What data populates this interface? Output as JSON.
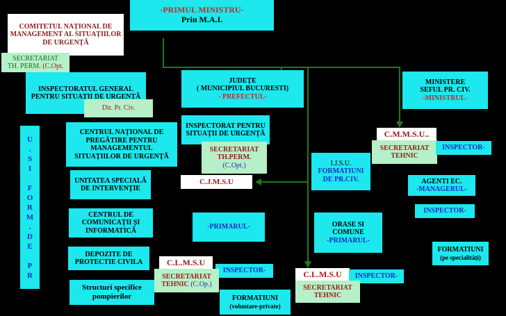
{
  "nodes": {
    "pm_title": "-PRIMUL MINISTRU-",
    "pm_sub": "Prin M.A.I.",
    "cnmsu": "COMITETUL NAȚIONAL DE MANAGEMENT AL SITUAȚIILOR DE URGENȚĂ",
    "secr_perm_1": "SECRETARIAT",
    "secr_perm_2": "TH. PERM.",
    "secr_perm_3": "(C.Opt.",
    "igsu": "INSPECTORATUL GENERAL PENTRU SITUAȚII DE URGENȚĂ",
    "dir_pr_civ": "Dir. Pr. Civ.",
    "judete_1": "JUDEȚE",
    "judete_2": "( MUNICIPIUL BUCURESTI)",
    "judete_3": "- PREFECTUL-",
    "ministere_1": "MINISTERE",
    "ministere_2": "SEFUL PR. CIV.",
    "ministere_3": "-MINISTRUL-",
    "centrul_national": "CENTRUL NAȚIONAL DE PREGĂTIRE PENTRU MANAGEMENTUL SITUAȚIILOR DE URGENȚĂ",
    "insp_situatii": "INSPECTORAT PENTRU SITUAȚII DE URGENȚĂ",
    "secr_th_perm_1": "SECRETARIAT",
    "secr_th_perm_2": "TH.PERM.",
    "secr_th_perm_3": "(C.Opt.)",
    "cmmsu": "C.M.M.S.U..",
    "secr_tehnic_1": "SECRETARIAT TEHNIC",
    "inspector_1": "INSPECTOR-",
    "ijsu_1": "I.J.S.U.",
    "ijsu_2": "FORMATIUNI DE PR.CIV.",
    "unitatea": "UNITATEA SPECIALĂ DE INTERVENȚIE",
    "cjmsu": "C.J.M.S.U",
    "agenti_1": "AGENTI EC.",
    "agenti_2": "-MANAGERUL-",
    "centrul_com": "CENTRUL DE COMUNICAȚII ȘI INFORMATICĂ",
    "primarul_1": "-PRIMARUL-",
    "orase_1": "ORASE SI COMUNE",
    "orase_2": "-PRIMARUL-",
    "inspector_2": "INSPECTOR-",
    "depozite": "DEPOZITE DE PROTECTIE CIVILA",
    "clmsu_1": "C.L.M.S.U",
    "inspector_3": "INSPECTOR-",
    "formatiuni_spec_1": "FORMATIUNI",
    "formatiuni_spec_2": "(pe specialități)",
    "secr_tehnic_2_1": "SECRETARIAT",
    "secr_tehnic_2_2": "TEHNIC",
    "secr_tehnic_2_3": "(C.Op.)",
    "clmsu_2": "C.L.M.S.U",
    "inspector_4": "INSPECTOR-",
    "structuri": "Structuri specifice pompierilor",
    "formatiuni_vol_1": "FORMATIUNI",
    "formatiuni_vol_2": "(voluntare-private)",
    "secr_tehnic_3": "SECRETARIAT TEHNIC",
    "vertical": [
      "U",
      ".",
      "S",
      "I",
      "",
      "F",
      "O",
      "R",
      "M",
      ".",
      "D",
      "E",
      "",
      "P",
      "R"
    ]
  }
}
